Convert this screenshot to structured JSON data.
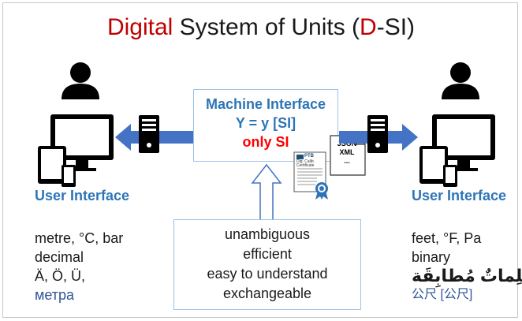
{
  "title": {
    "part1": "Digital",
    "part2": " System of Units (",
    "part3": "D",
    "part4": "-SI)"
  },
  "machine_interface": {
    "line1": "Machine Interface",
    "line2": "Y = y [SI]",
    "line3": "only SI"
  },
  "left": {
    "label": "User Interface",
    "units": [
      "metre, °C, bar",
      "decimal",
      "Ä, Ö, Ü,",
      "метра"
    ]
  },
  "right": {
    "label": "User Interface",
    "units": [
      "feet, °F, Pa",
      "binary",
      "كَلِماتٌ مُطابِقَة",
      "公尺 [公尺]"
    ]
  },
  "properties": [
    "unambiguous",
    "efficient",
    "easy to understand",
    "exchangeable"
  ],
  "certificate": {
    "logo": "PTB",
    "text": "Dig. Calib. Certificate"
  },
  "json_doc": {
    "line1": "JSON",
    "line2": "XML",
    "line3": "..."
  },
  "colors": {
    "accent_blue": "#2e75b6",
    "arrow_blue": "#4472c4",
    "title_red": "#c00000",
    "si_red": "#ff0000"
  }
}
